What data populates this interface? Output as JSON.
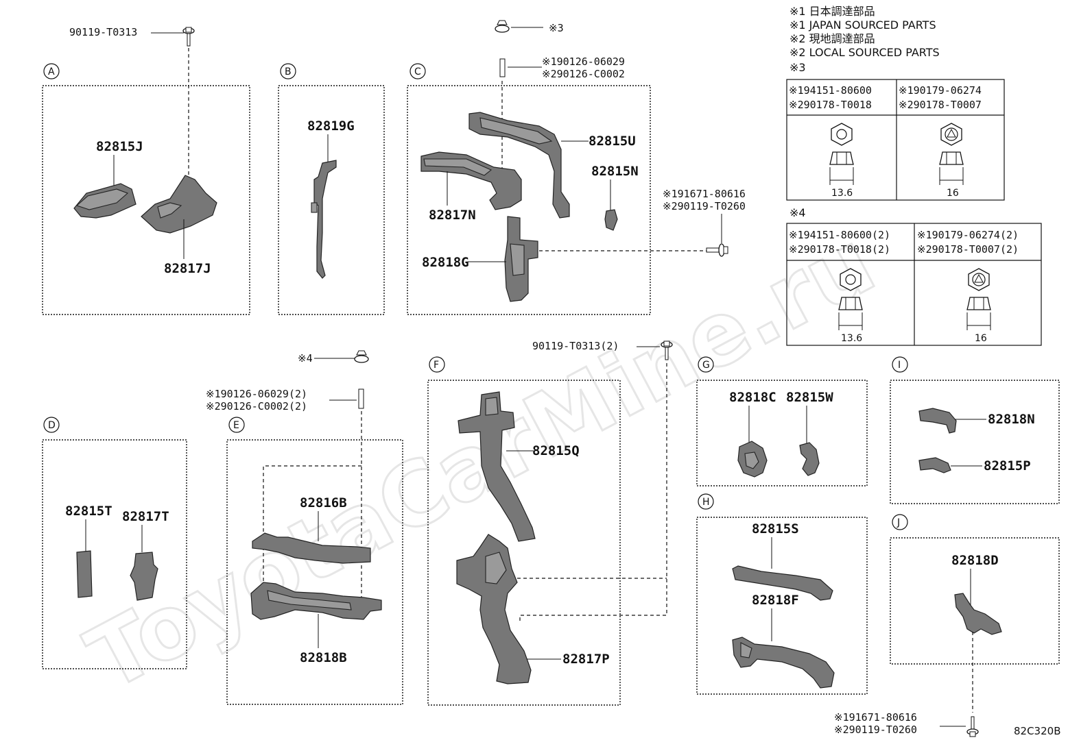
{
  "notes": [
    "※1 日本調達部品",
    "※1 JAPAN SOURCED PARTS",
    "※2 現地調達部品",
    "※2 LOCAL SOURCED PARTS",
    "※3",
    "※4"
  ],
  "table3": {
    "col1": {
      "line1": "※194151-80600",
      "line2": "※290178-T0018",
      "dim": "13.6"
    },
    "col2": {
      "line1": "※190179-06274",
      "line2": "※290178-T0007",
      "dim": "16"
    }
  },
  "table4": {
    "col1": {
      "line1": "※194151-80600(2)",
      "line2": "※290178-T0018(2)",
      "dim": "13.6"
    },
    "col2": {
      "line1": "※190179-06274(2)",
      "line2": "※290178-T0007(2)",
      "dim": "16"
    }
  },
  "sections": {
    "A": "A",
    "B": "B",
    "C": "C",
    "D": "D",
    "E": "E",
    "F": "F",
    "G": "G",
    "H": "H",
    "I": "I",
    "J": "J"
  },
  "fasteners": {
    "top_bolt_a": "90119-T0313",
    "nut_c_ref": "※3",
    "stud_c_1": "※190126-06029",
    "stud_c_2": "※290126-C0002",
    "bolt_c_1": "※191671-80616",
    "bolt_c_2": "※290119-T0260",
    "nut_e_ref": "※4",
    "stud_e_1": "※190126-06029(2)",
    "stud_e_2": "※290126-C0002(2)",
    "bolt_f": "90119-T0313(2)",
    "bolt_j_1": "※191671-80616",
    "bolt_j_2": "※290119-T0260"
  },
  "parts": {
    "p82815J": "82815J",
    "p82817J": "82817J",
    "p82819G": "82819G",
    "p82815U": "82815U",
    "p82815N": "82815N",
    "p82817N": "82817N",
    "p82818G": "82818G",
    "p82815T": "82815T",
    "p82817T": "82817T",
    "p82816B": "82816B",
    "p82818B": "82818B",
    "p82815Q": "82815Q",
    "p82817P": "82817P",
    "p82818C": "82818C",
    "p82815W": "82815W",
    "p82815S": "82815S",
    "p82818F": "82818F",
    "p82818N": "82818N",
    "p82815P": "82815P",
    "p82818D": "82818D"
  },
  "diagram_code": "82C320B",
  "watermark": "ToyotaCarMine.ru"
}
